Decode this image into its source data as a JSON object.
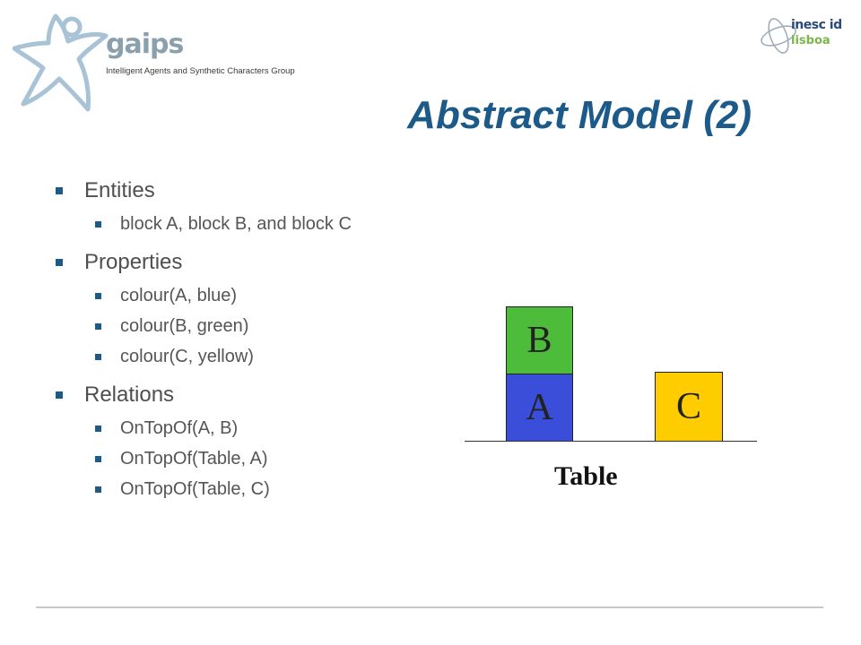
{
  "header": {
    "left_logo": {
      "wordmark": "gaips",
      "tagline": "Intelligent Agents and Synthetic Characters Group"
    },
    "right_logo": {
      "line1": "inesc id",
      "line2": "lisboa"
    }
  },
  "slide": {
    "title": "Abstract Model (2)",
    "sections": [
      {
        "heading": "Entities",
        "items": [
          "block A, block B, and block C"
        ]
      },
      {
        "heading": "Properties",
        "items": [
          "colour(A, blue)",
          "colour(B, green)",
          "colour(C, yellow)"
        ]
      },
      {
        "heading": "Relations",
        "items": [
          "OnTopOf(A, B)",
          "OnTopOf(Table, A)",
          "OnTopOf(Table, C)"
        ]
      }
    ]
  },
  "diagram": {
    "blocks": [
      {
        "label": "B",
        "color": "#4cbc3a"
      },
      {
        "label": "A",
        "color": "#3a4ed9"
      },
      {
        "label": "C",
        "color": "#ffcc00"
      }
    ],
    "table_label": "Table"
  },
  "colors": {
    "title": "#1c5a8a",
    "bullet": "#1c5a8a",
    "body_text": "#4f4f4f"
  }
}
